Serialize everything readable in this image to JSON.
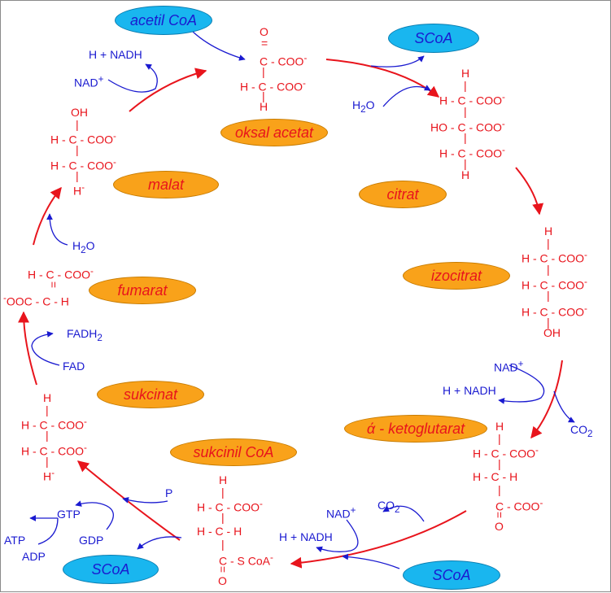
{
  "labels": {
    "acetil_coa": "acetil CoA",
    "oksal_acetat": "oksal acetat",
    "scoa_top": "SCoA",
    "citrat": "citrat",
    "izocitrat": "izocitrat",
    "ketoglutarat": "ά - ketoglutarat",
    "sukcinil_coa": "sukcinil CoA",
    "scoa_bottom_right": "SCoA",
    "scoa_bottom_left": "SCoA",
    "sukcinat": "sukcinat",
    "fumarat": "fumarat",
    "malat": "malat"
  },
  "cofactors": {
    "h_nadh_top": "H + NADH",
    "nad_top": "NAD",
    "h2o_citrate": "H",
    "h2o_citrate_sub": "2",
    "h2o_citrate_end": "O",
    "nad_right": "NAD",
    "h_nadh_right": "H + NADH",
    "co2_right": "CO",
    "co2_right_sub": "2",
    "nad_bottom": "NAD",
    "h_nadh_bottom": "H + NADH",
    "co2_bottom": "CO",
    "co2_bottom_sub": "2",
    "p": "P",
    "gtp": "GTP",
    "gdp": "GDP",
    "atp": "ATP",
    "adp": "ADP",
    "fadh2": "FADH",
    "fadh2_sub": "2",
    "fad": "FAD",
    "h2o_left": "H",
    "h2o_left_sub": "2",
    "h2o_left_end": "O",
    "plus": "+"
  },
  "oxaloacetate": {
    "o_top": "O",
    "row1": "C - COO",
    "row2": "H - C - COO",
    "h_bottom": "H",
    "charge": "-"
  },
  "citrate": {
    "h_top": "H",
    "row1": "H - C - COO",
    "row2": "HO - C - COO",
    "row3": "H - C - COO",
    "h_bottom": "H",
    "charge": "-"
  },
  "isocitrate": {
    "h_top": "H",
    "row1": "H - C - COO",
    "row2": "H - C - COO",
    "row3": "H - C - COO",
    "oh_bottom": "OH",
    "charge": "-"
  },
  "ketoglutarate": {
    "h_top": "H",
    "row1": "H - C - COO",
    "row2": "H - C - H",
    "row3": "C - COO",
    "o_bottom": "O",
    "charge": "-"
  },
  "succinyl_coa": {
    "h_top": "H",
    "row1": "H - C - COO",
    "row2": "H - C - H",
    "row3": "C - S CoA",
    "o_bottom": "O",
    "charge": "-"
  },
  "succinate": {
    "h_top": "H",
    "row1": "H - C - COO",
    "row2": "H - C - COO",
    "h_bottom": "H",
    "charge": "-"
  },
  "fumarate": {
    "row1": "H - C - COO",
    "row2_prefix": "OOC - C - H",
    "charge": "-"
  },
  "malate": {
    "oh_top": "OH",
    "row1": "H - C - COO",
    "row2": "H - C - COO",
    "h_bottom": "H",
    "charge": "-"
  },
  "colors": {
    "red": "#e8141c",
    "blue": "#1a1ad0",
    "orange": "#f9a21a",
    "cyan": "#19b6ef"
  }
}
